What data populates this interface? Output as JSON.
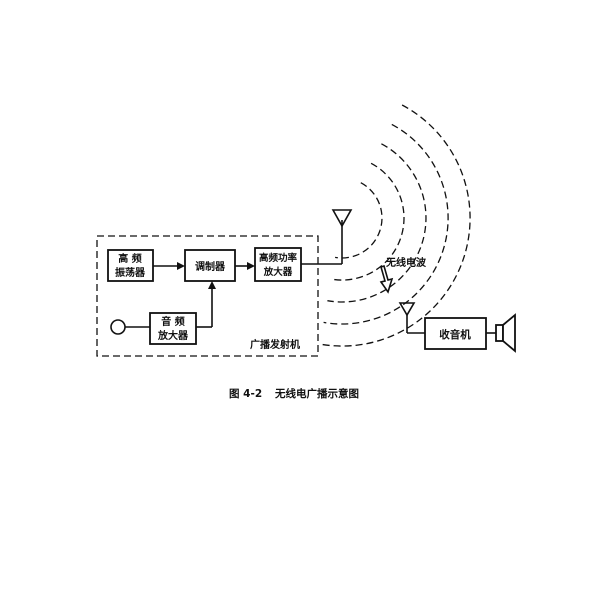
{
  "diagram": {
    "blocks": {
      "oscillator": [
        "高 频",
        "振荡器"
      ],
      "modulator": "调制器",
      "hf_amplifier": [
        "高频功率",
        "放大器"
      ],
      "audio_amplifier": [
        "音 频",
        "放大器"
      ],
      "receiver": "收音机"
    },
    "transmitter_label": "广播发射机",
    "wave_label": "无线电波",
    "caption_number": "图 4-2",
    "caption_text": "无线电广播示意图"
  }
}
